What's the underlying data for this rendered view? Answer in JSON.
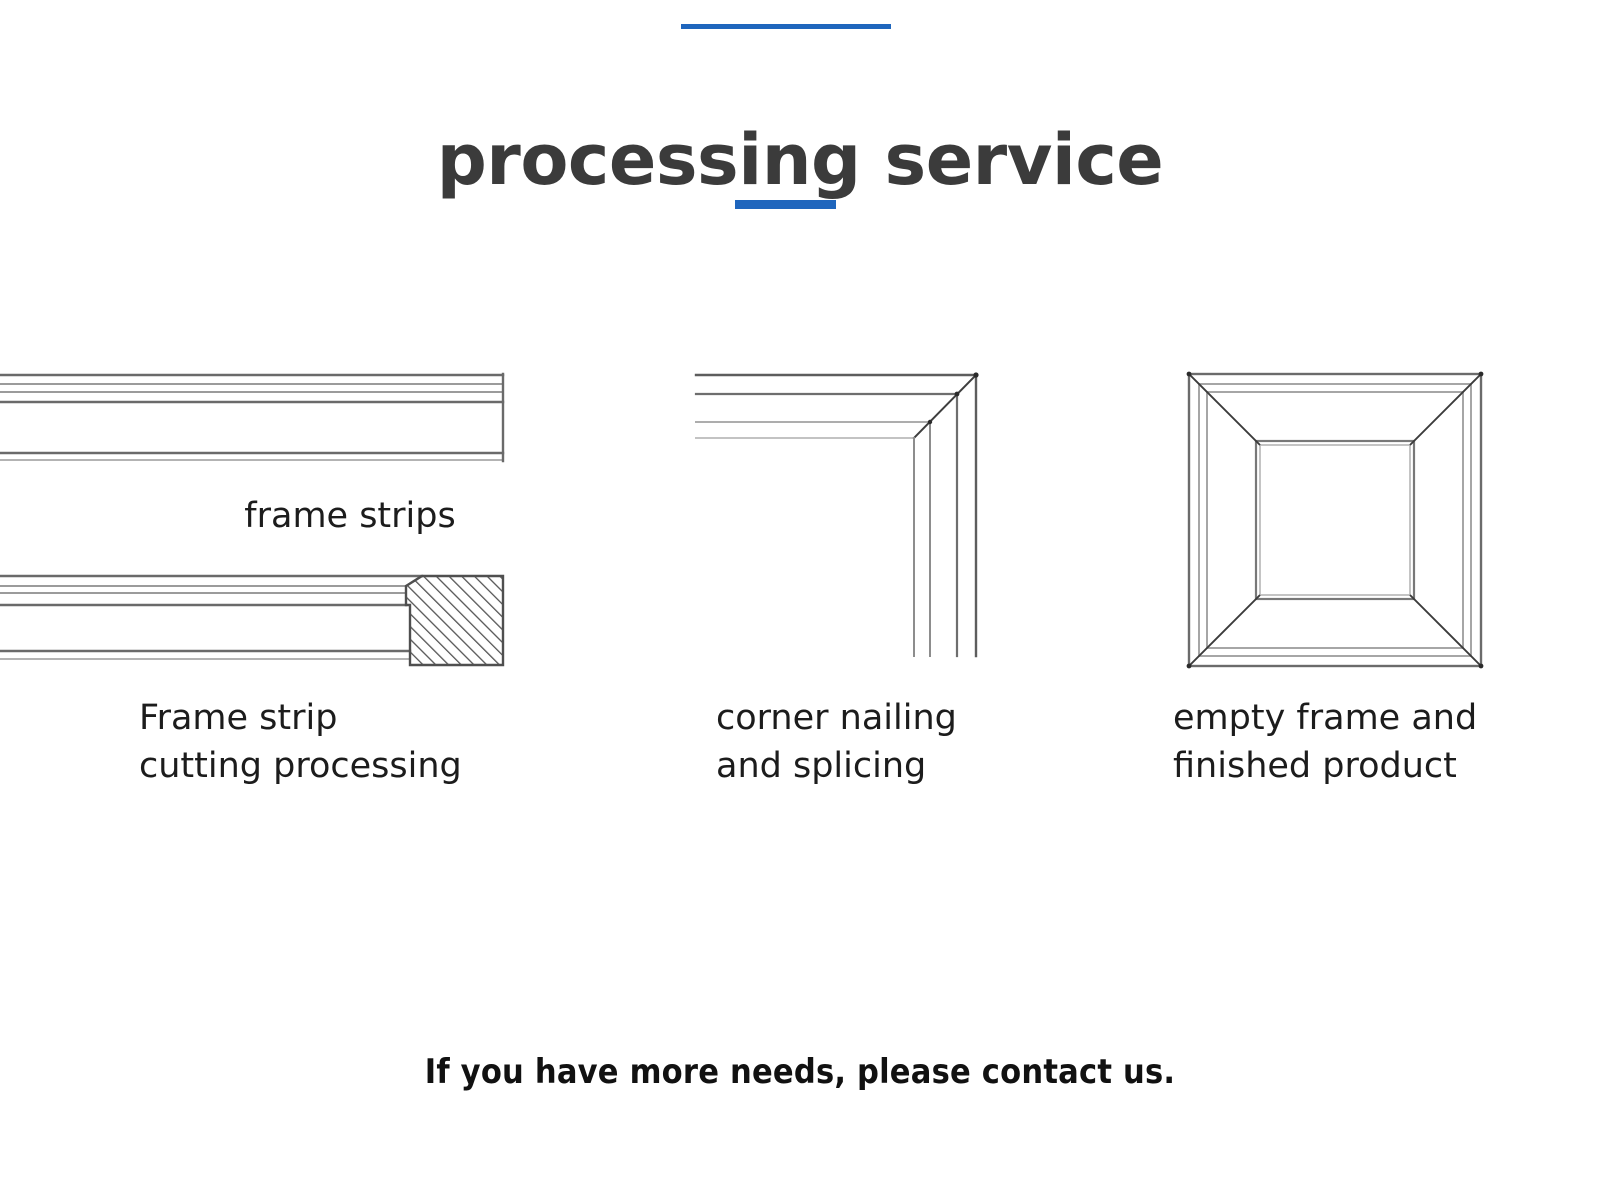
{
  "header": {
    "title": "processing service",
    "rule_color": "#1f66bd",
    "title_color": "#3b3b3b"
  },
  "figures": [
    {
      "id": "cutting",
      "inline_label": "frame strips",
      "caption_lines": [
        "Frame strip",
        "cutting processing"
      ],
      "diagram_name": "frame-strip-cutting-diagram"
    },
    {
      "id": "corner",
      "inline_label": "",
      "caption_lines": [
        "corner nailing",
        "and splicing"
      ],
      "diagram_name": "corner-nailing-diagram"
    },
    {
      "id": "frame",
      "inline_label": "",
      "caption_lines": [
        "empty frame and",
        "finished product"
      ],
      "diagram_name": "empty-frame-diagram"
    }
  ],
  "footer": {
    "note": "If you have more needs, please contact us."
  },
  "colors": {
    "accent_blue": "#1f66bd",
    "line_dark": "#5a5a5a",
    "line_light": "#b9b9b9",
    "text_dark": "#1c1c1c",
    "background": "#ffffff"
  }
}
